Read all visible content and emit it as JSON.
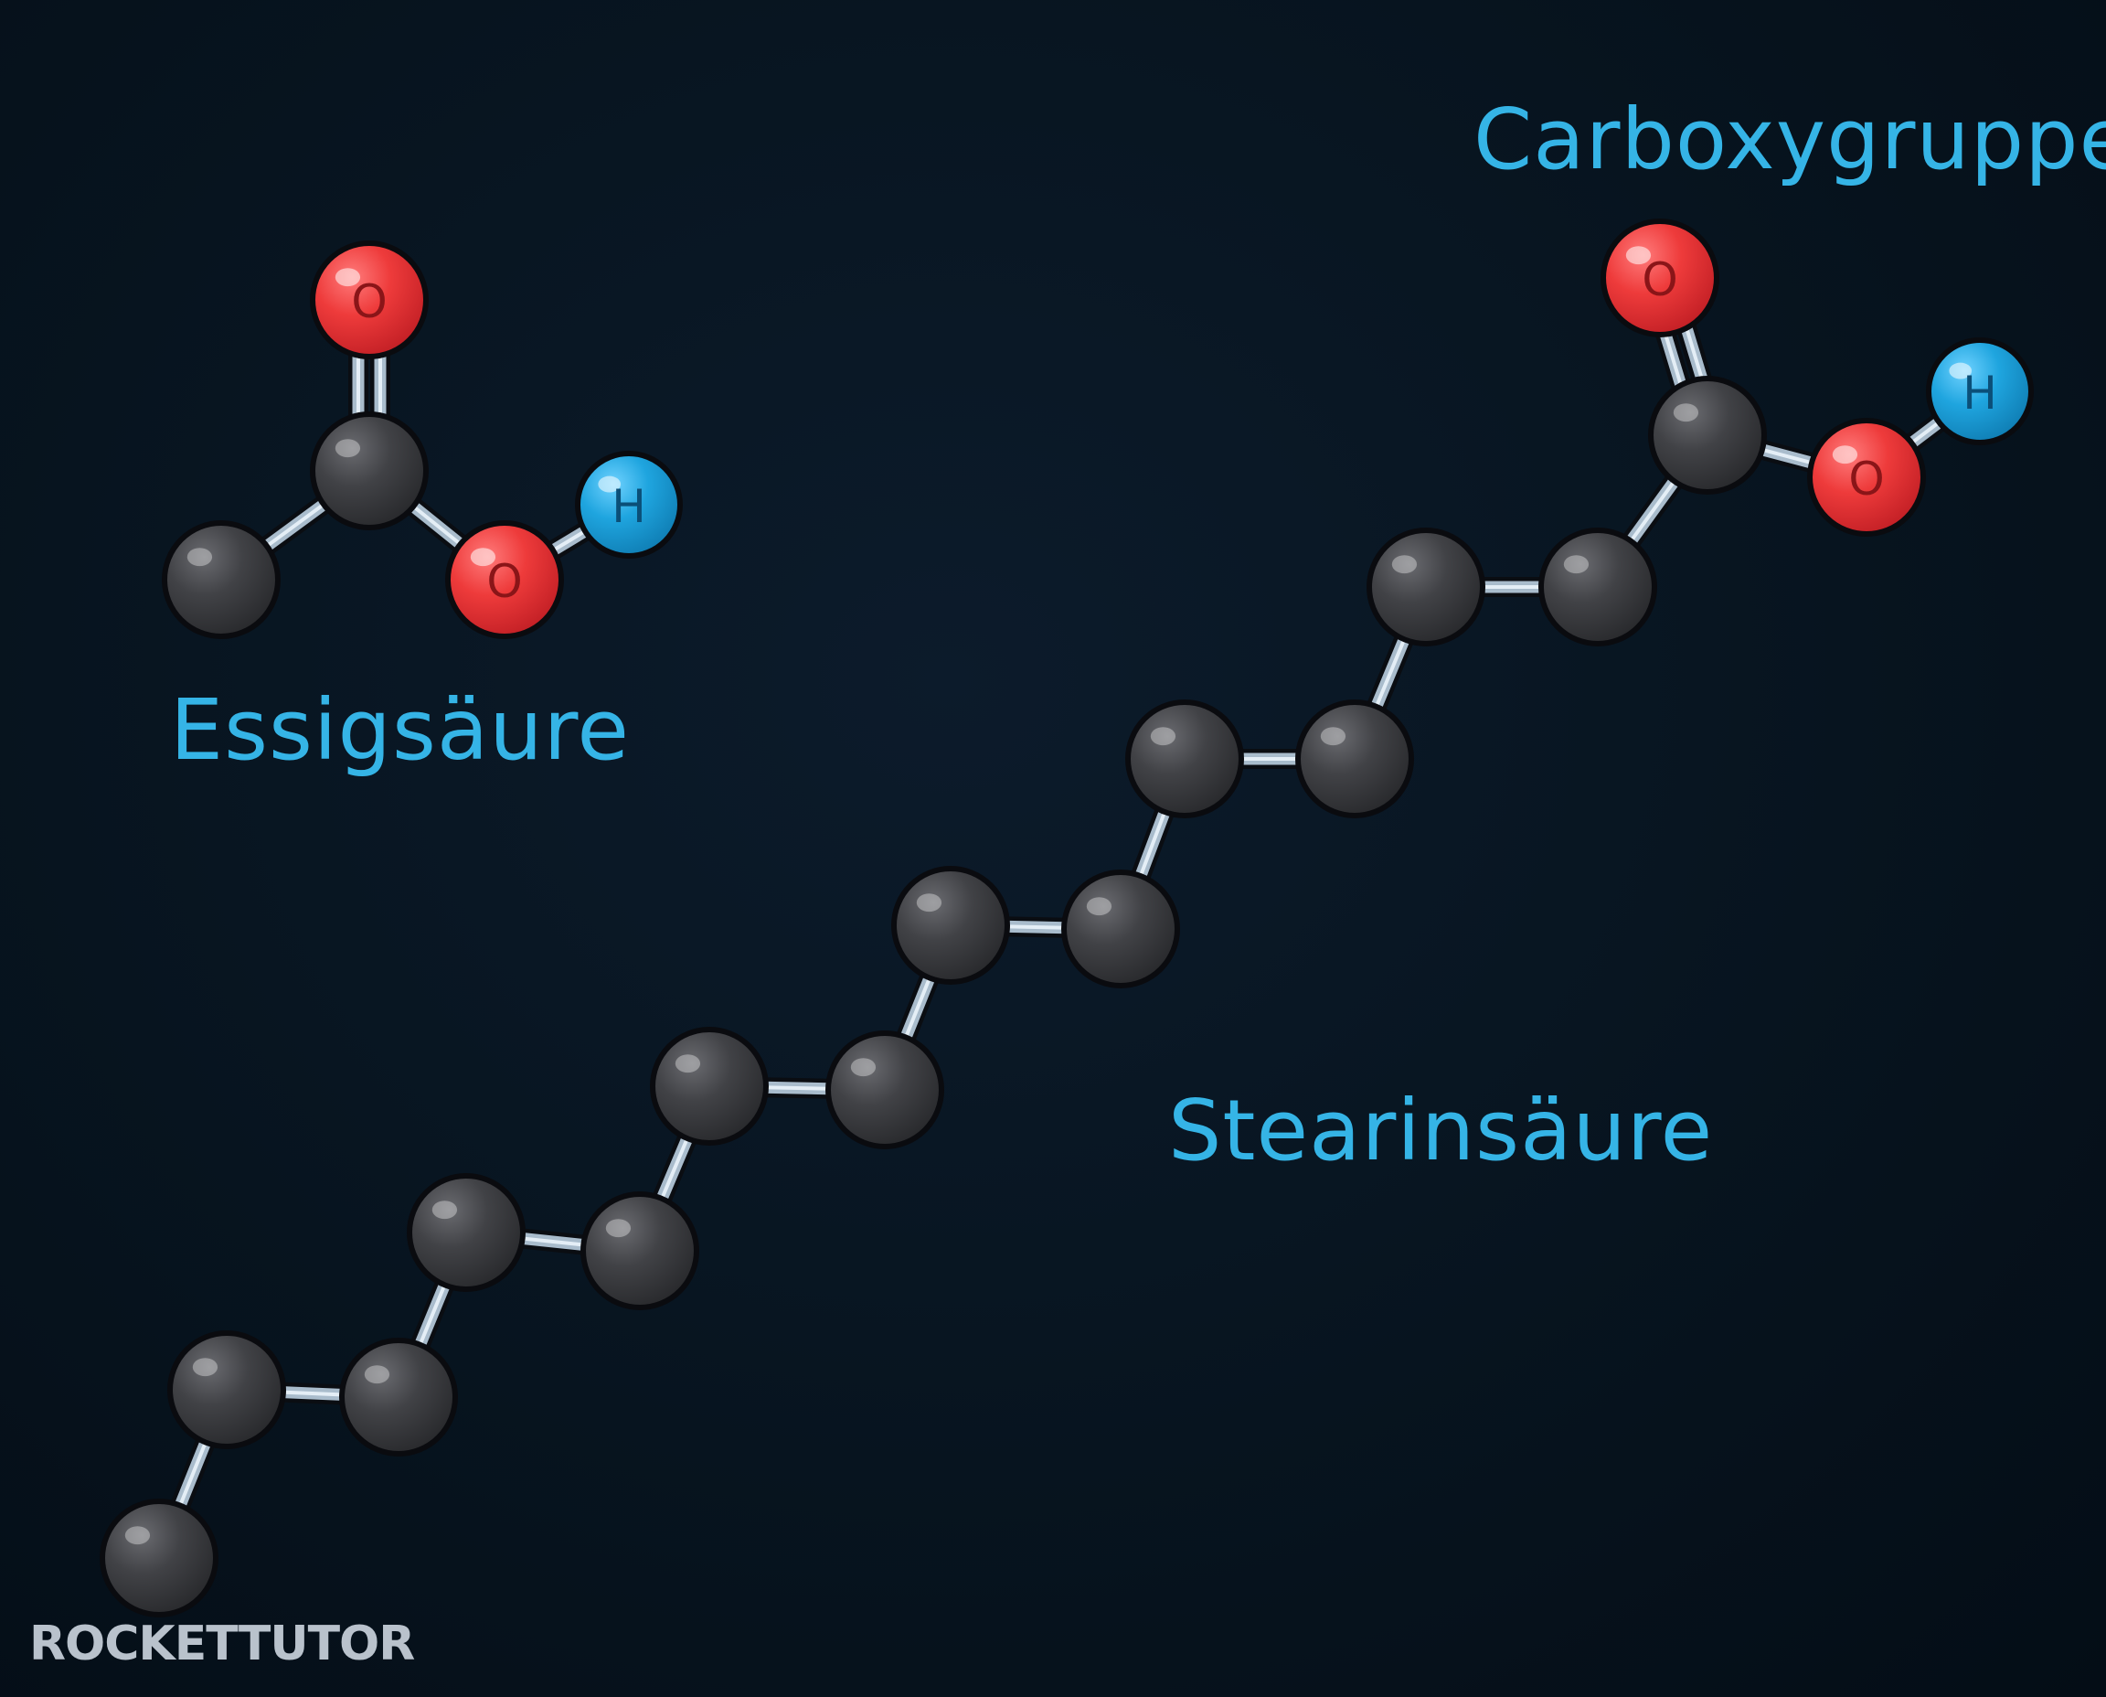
{
  "labels": {
    "acetic_acid": "Essigsäure",
    "stearic_acid": "Stearinsäure",
    "carboxyl_group": "Carboxygruppe"
  },
  "atom_symbols": {
    "oxygen": "O",
    "hydrogen": "H"
  },
  "logo": {
    "text": "ROCKETTUTOR"
  },
  "colors": {
    "background": "#06121e",
    "label_text": "#35b4e6",
    "carbon": "#3e3f43",
    "oxygen": "#ee3a3a",
    "hydrogen": "#1c9fd8",
    "bond": "#9fb3c4"
  }
}
